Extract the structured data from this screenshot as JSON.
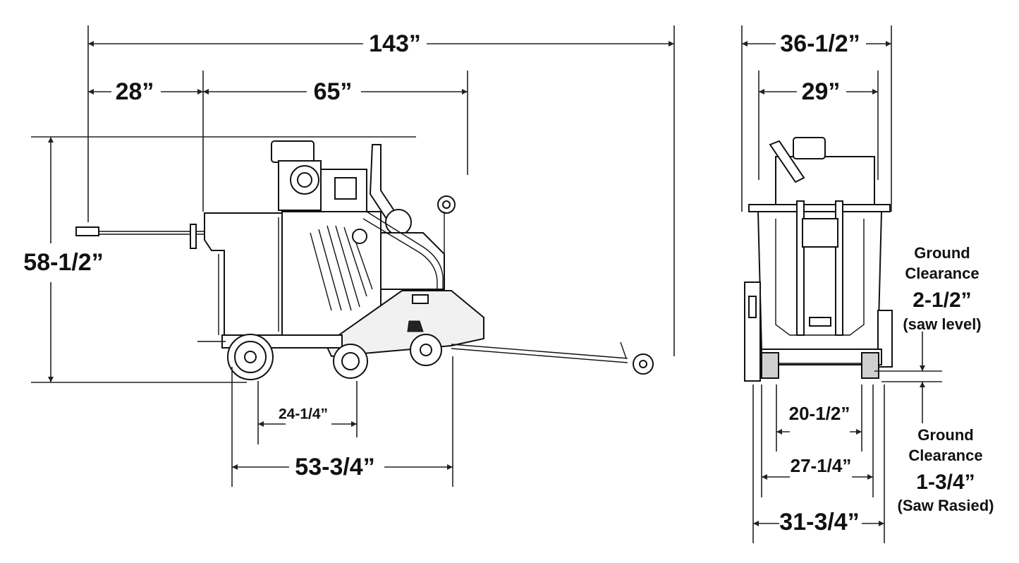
{
  "side_view": {
    "overall_length": "143”",
    "rear_overhang": "28”",
    "body_length": "65”",
    "height": "58-1/2”",
    "axle_to_blade": "24-1/4”",
    "wheelbase": "53-3/4”"
  },
  "front_view": {
    "overall_width": "36-1/2”",
    "body_width": "29”",
    "inner_track": "20-1/2”",
    "track": "27-1/4”",
    "outer_width": "31-3/4”"
  },
  "ground_clearance_level": {
    "line1": "Ground",
    "line2": "Clearance",
    "value": "2-1/2”",
    "condition": "(saw level)"
  },
  "ground_clearance_raised": {
    "line1": "Ground",
    "line2": "Clearance",
    "value": "1-3/4”",
    "condition": "(Saw Rasied)"
  }
}
